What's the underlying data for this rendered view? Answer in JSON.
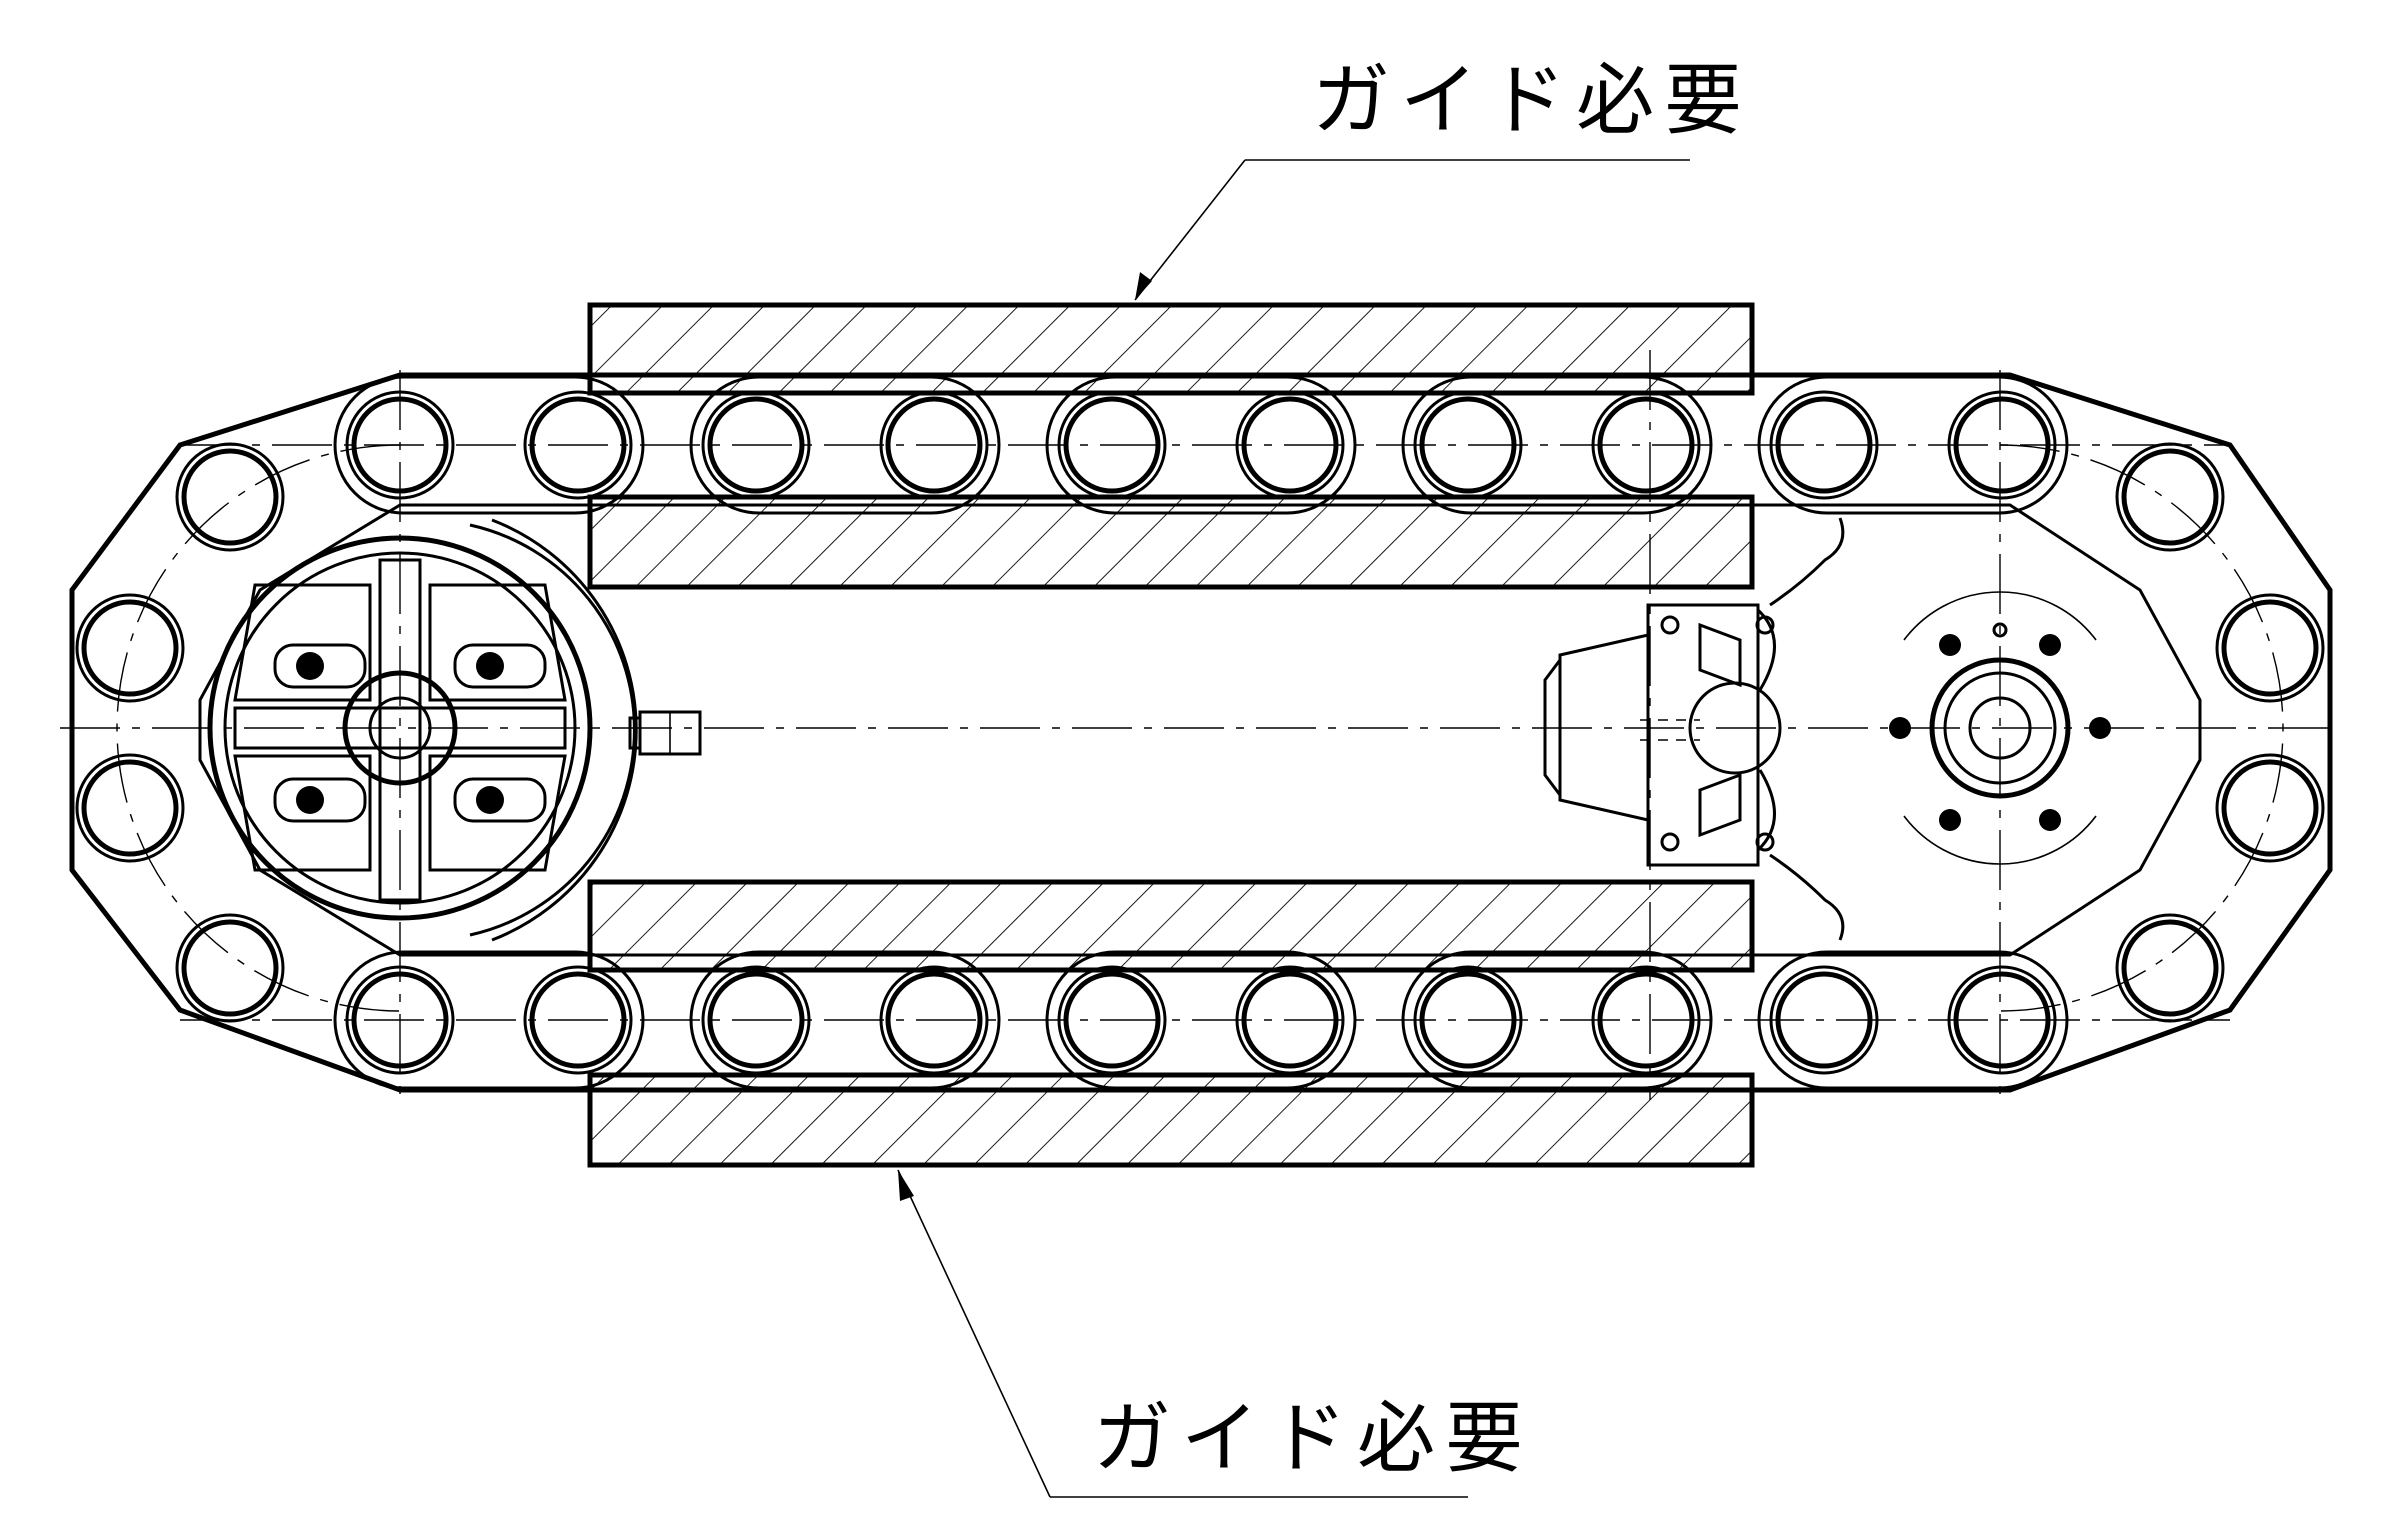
{
  "annotations": {
    "top_label": "ガイド必要",
    "bottom_label": "ガイド必要"
  },
  "chain": {
    "pitch_count_straight": 9,
    "roller_type": "double-ring"
  },
  "colors": {
    "line": "#000000",
    "background": "#ffffff"
  }
}
